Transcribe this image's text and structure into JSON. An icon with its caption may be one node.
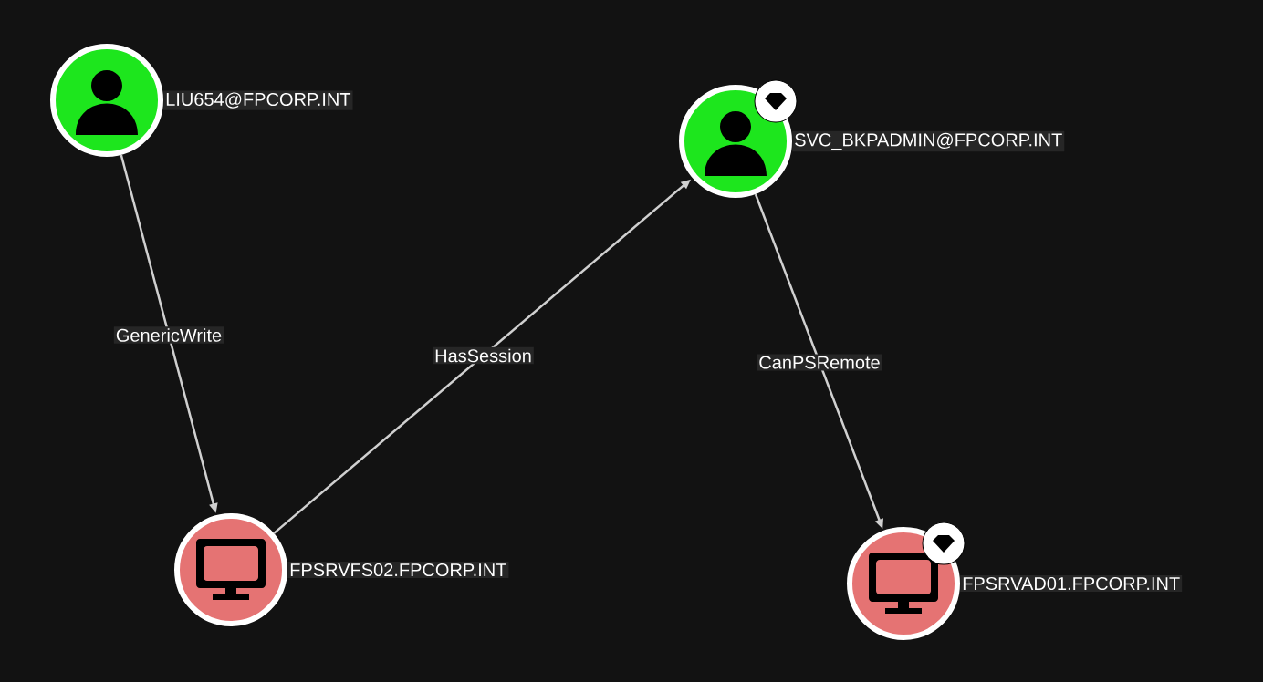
{
  "diagram": {
    "nodes": [
      {
        "text": [
          "LIU654@FPCORP.INT"
        ]
      },
      {
        "text": [
          "SVC_BKPADMIN@FPCORP.INT"
        ]
      },
      {
        "text": [
          "FPSRVFS02.FPCORP.INT"
        ]
      },
      {
        "text": [
          "FPSRVAD01.FPCORP.INT"
        ]
      }
    ],
    "edges": [
      {
        "from": 0,
        "to": 2,
        "arrow": "to",
        "label": "GenericWrite"
      },
      {
        "from": 2,
        "to": 1,
        "arrow": "to",
        "label": "HasSession"
      },
      {
        "from": 1,
        "to": 3,
        "arrow": "to",
        "label": "CanPSRemote"
      }
    ]
  }
}
